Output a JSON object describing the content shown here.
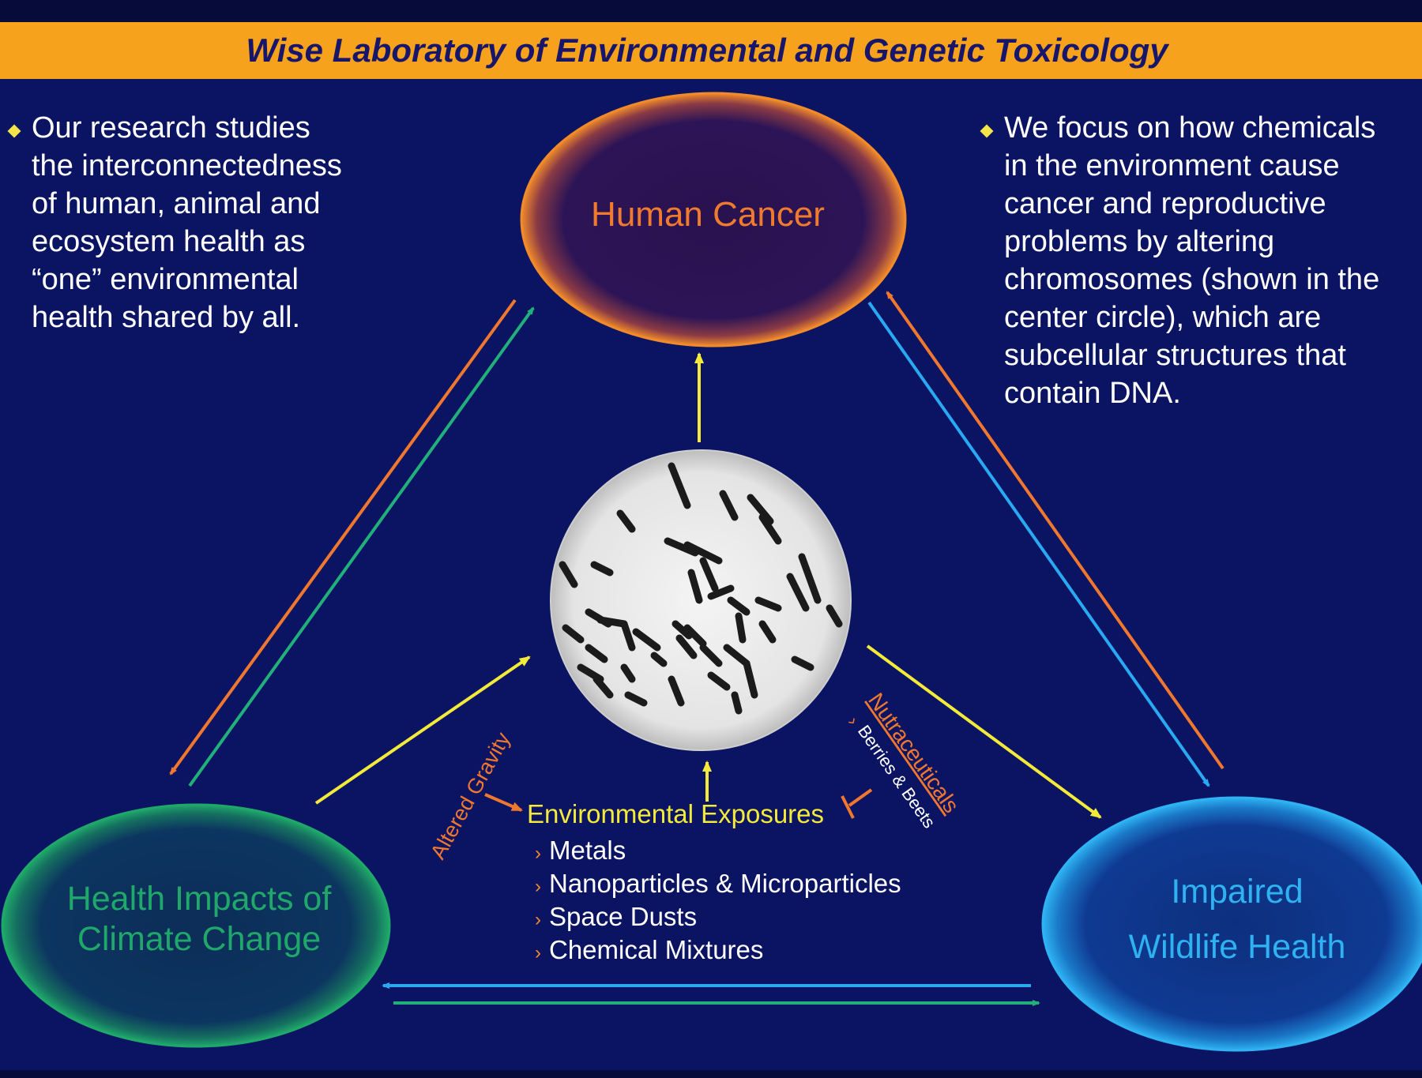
{
  "banner": {
    "title": "Wise Laboratory of Environmental and Genetic Toxicology"
  },
  "left_text": {
    "lines": [
      "Our research studies",
      "the interconnectedness",
      "of human, animal and",
      "ecosystem health as",
      "“one” environmental",
      "health shared by all."
    ]
  },
  "right_text": {
    "lines": [
      "We focus on how chemicals",
      "in the environment cause",
      "cancer and reproductive",
      "problems by altering",
      "chromosomes (shown in the",
      "center circle), which are",
      "subcellular structures that",
      "contain DNA."
    ]
  },
  "nodes": {
    "human_cancer": {
      "lines": [
        "Human Cancer"
      ]
    },
    "climate": {
      "lines": [
        "Health Impacts of",
        "Climate Change"
      ]
    },
    "wildlife": {
      "lines": [
        "Impaired",
        "Wildlife Health"
      ]
    }
  },
  "center": {
    "image": "chromosome-spread-micrograph"
  },
  "exposures": {
    "title": "Environmental Exposures",
    "items": [
      "Metals",
      "Nanoparticles & Microparticles",
      "Space Dusts",
      "Chemical Mixtures"
    ],
    "bullet": "›"
  },
  "modifiers": {
    "altered_gravity": "Altered Gravity",
    "nutraceuticals": "Nutraceuticals",
    "nutraceuticals_sub": "Berries & Beets",
    "nutraceuticals_bullet": "›"
  },
  "colors": {
    "background": "#0b1463",
    "banner": "#f7a21c",
    "banner_text": "#17166a",
    "cancer_text": "#f07a2e",
    "climate_text": "#1fa86a",
    "wildlife_text": "#2eb2f2",
    "arrow_orange": "#f0782e",
    "arrow_green": "#22b07a",
    "arrow_blue": "#29a9f2",
    "arrow_yellow": "#f4ea3a"
  }
}
